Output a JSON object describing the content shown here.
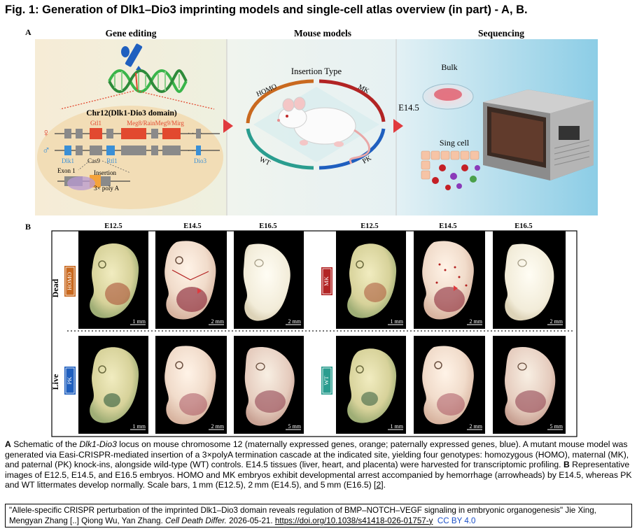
{
  "figure_title": "Fig. 1: Generation of Dlk1–Dio3 imprinting models and single-cell atlas overview (in part) - A, B.",
  "panel_a": {
    "letter": "A",
    "sections": [
      "Gene editing",
      "Mouse models",
      "Sequencing"
    ],
    "locus_title": "Chr12(Dlk1-Dio3 domain)",
    "maternal_genes": [
      "Gtl1",
      "Meg8/RainMeg9/Mirg"
    ],
    "paternal_genes": [
      "Dlk1",
      "Cas9",
      "Rtl1",
      "Dio3"
    ],
    "exon_label": "Exon 1",
    "insertion_label": "Insertion",
    "polya_label": "3× poly A",
    "insertion_type_label": "Insertion Type",
    "genotypes": [
      "HOMO",
      "MK",
      "WT",
      "PK"
    ],
    "stage": "E14.5",
    "bulk_label": "Bulk",
    "single_cell_label": "Sing cell",
    "colors": {
      "maternal": "#e2492f",
      "paternal": "#3a8fd6",
      "homo": "#c9691f",
      "mk": "#b22424",
      "wt": "#2a9d8f",
      "pk": "#1f5fbf",
      "arrow": "#e03a3e",
      "seq_bg": "#a9d6ea"
    }
  },
  "panel_b": {
    "letter": "B",
    "stages": [
      "E12.5",
      "E14.5",
      "E16.5",
      "E12.5",
      "E14.5",
      "E16.5"
    ],
    "rows": [
      "Dead",
      "Live"
    ],
    "tags": [
      "HOMO",
      "MK",
      "PK",
      "WT"
    ],
    "scale_bars": [
      [
        "1 mm",
        "2 mm",
        "2 mm",
        "1 mm",
        "2 mm",
        "2 mm"
      ],
      [
        "1 mm",
        "2 mm",
        "5 mm",
        "1 mm",
        "2 mm",
        "5 mm"
      ]
    ]
  },
  "caption": {
    "a_letter": "A",
    "s1": " Schematic of the ",
    "locus_italic": "Dlk1-Dio3",
    "s2": " locus on mouse chromosome 12 (maternally expressed genes, orange; paternally expressed genes, blue). A mutant mouse model was generated via Easi-CRISPR-mediated insertion of a 3×polyA termination cascade at the indicated site, yielding four genotypes: homozygous (HOMO), maternal (MK), and paternal (PK) knock-ins, alongside wild-type (WT) controls. E14.5 tissues (liver, heart, and placenta) were harvested for transcriptomic profiling. ",
    "b_letter": "B",
    "s3": " Representative images of E12.5, E14.5, and E16.5 embryos. HOMO and MK embryos exhibit developmental arrest accompanied by hemorrhage (arrowheads) by E14.5, whereas PK and WT littermates develop normally. Scale bars, 1 mm (E12.5), 2 mm (E14.5), and 5 mm (E16.5) [",
    "ref": "2",
    "s4": "]."
  },
  "citation": {
    "text1": "\"Allele-specific CRISPR perturbation of the imprinted Dlk1–Dio3 domain reveals regulation of BMP–NOTCH–VEGF signaling in embryonic organogenesis\" Jie Xing, Mengyan Zhang [..] Qiong Wu, Yan Zhang. ",
    "journal": "Cell Death Differ.",
    "text2": " 2026-05-21. ",
    "doi": "https://doi.org/10.1038/s41418-026-01757-y",
    "license": "CC BY 4.0"
  }
}
